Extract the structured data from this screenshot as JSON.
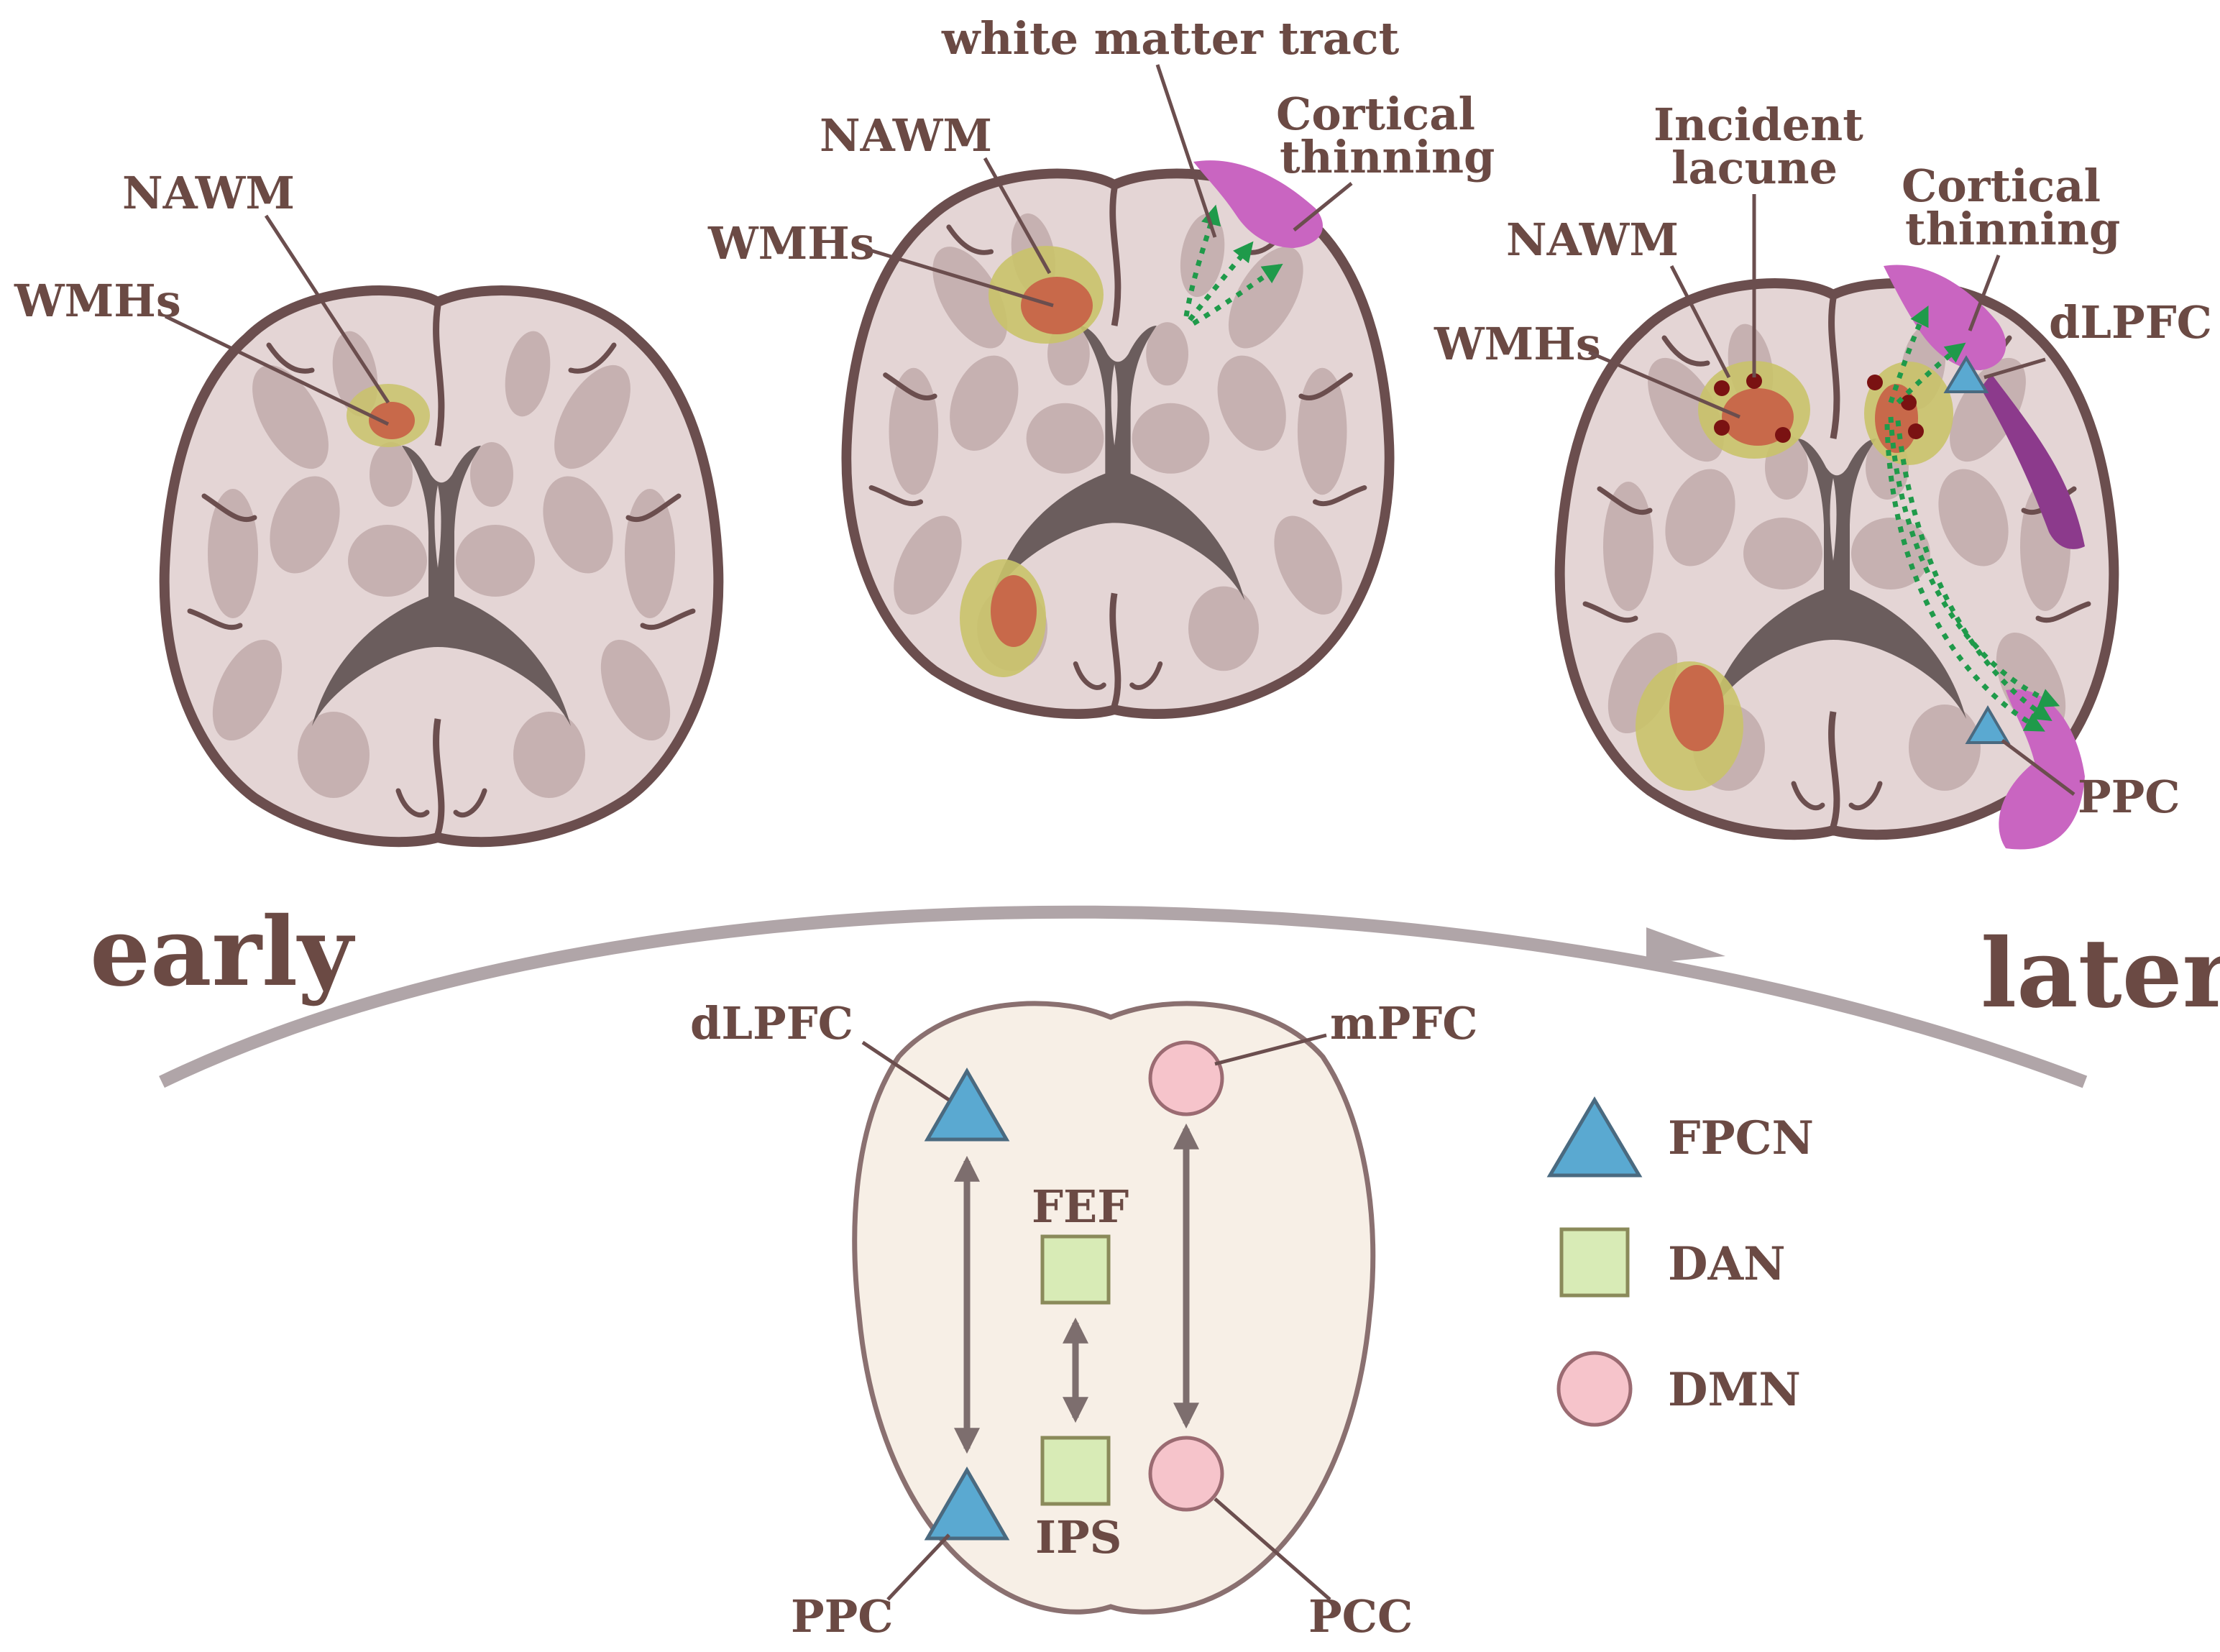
{
  "stages": {
    "early": "early",
    "later": "later"
  },
  "brain1": {
    "nawm": "NAWM",
    "wmhs": "WMHs"
  },
  "brain2": {
    "white_matter_tract": "white matter tract",
    "nawm": "NAWM",
    "wmhs": "WMHs",
    "cortical_line1": "Cortical",
    "cortical_line2": "thinning"
  },
  "brain3": {
    "incident_line1": "Incident",
    "incident_line2": "lacune",
    "nawm": "NAWM",
    "wmhs": "WMHs",
    "cortical_line1": "Cortical",
    "cortical_line2": "thinning",
    "dlpfc": "dLPFC",
    "ppc": "PPC"
  },
  "network": {
    "dlpfc": "dLPFC",
    "mpfc": "mPFC",
    "fef": "FEF",
    "ips": "IPS",
    "ppc": "PPC",
    "pcc": "PCC"
  },
  "legend": {
    "fpcn": "FPCN",
    "dan": "DAN",
    "dmn": "DMN"
  },
  "colors": {
    "label": "#6b4a44",
    "brain_fill": "#e4d5d5",
    "brain_outline": "#6b4e4e",
    "gyri": "#c6b1b1",
    "ventricle": "#6b5d5d",
    "nawm_halo": "#c9c36a",
    "wmh_core": "#c8694a",
    "cortical_thinning": "#c965c1",
    "tract": "#1f9a4a",
    "lacune": "#7a1212",
    "fpcn_triangle": "#5aa9d1",
    "dan_square": "#d8ebb6",
    "dmn_circle": "#f6c4cb",
    "network_brain": "#f7efe6",
    "arrow": "#7d6e6e",
    "timeline_arc": "#b0a5a8"
  }
}
